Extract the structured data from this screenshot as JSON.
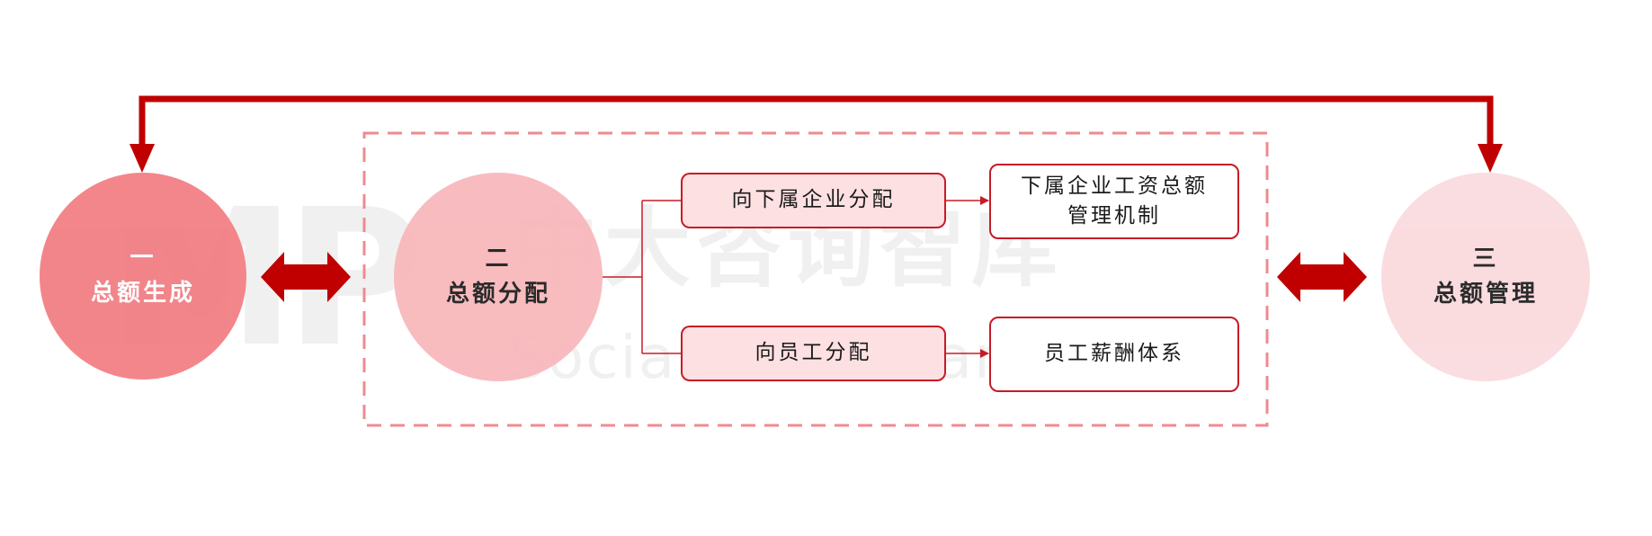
{
  "watermark": {
    "logo": "MP",
    "name_cn": "中大咨询智库",
    "name_en": "Social Think Tank"
  },
  "colors": {
    "arrow_red": "#c00000",
    "circle_1": "#f27f84",
    "circle_2": "#f8b7bb",
    "circle_3": "#fadadd",
    "box_fill": "#fde0e2",
    "box_border": "#c71b26",
    "dashed_border": "#f08a90"
  },
  "nodes": {
    "generation": {
      "number": "一",
      "label": "总额生成"
    },
    "allocation": {
      "number": "二",
      "label": "总额分配"
    },
    "management": {
      "number": "三",
      "label": "总额管理"
    }
  },
  "allocation_targets": {
    "subsidiary": {
      "label": "向下属企业分配",
      "result": "下属企业工资总额管理机制"
    },
    "employee": {
      "label": "向员工分配",
      "result": "员工薪酬体系"
    }
  }
}
